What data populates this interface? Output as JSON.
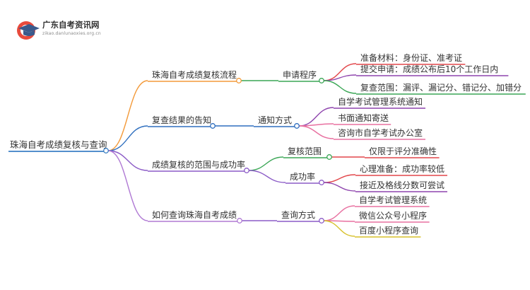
{
  "logo": {
    "title": "广东自考资讯网",
    "subtitle": "zikao.danlunaoxies.org.cn"
  },
  "colors": {
    "root": "#3b7fc4",
    "branch1": "#f39a3a",
    "branch2": "#2f6fbf",
    "branch3": "#8c5cc7",
    "branch4": "#b07ad4",
    "red": "#e2464a",
    "purple": "#8e44ad",
    "green": "#3aa655",
    "pink": "#e870a0",
    "yellow": "#d7c12a"
  },
  "mindmap": {
    "root": "珠海自考成绩复核与查询",
    "branches": [
      {
        "label": "珠海自考成绩复核流程",
        "children": [
          {
            "label": "申请程序",
            "leaves": [
              "准备材料：身份证、准考证",
              "提交申请：成绩公布后10个工作日内",
              "复查范围：漏评、漏记分、错记分、加错分"
            ]
          }
        ]
      },
      {
        "label": "复查结果的告知",
        "children": [
          {
            "label": "通知方式",
            "leaves": [
              "自学考试管理系统通知",
              "书面通知寄送",
              "咨询市自学考试办公室"
            ]
          }
        ]
      },
      {
        "label": "成绩复核的范围与成功率",
        "children": [
          {
            "label": "复核范围",
            "leaves": [
              "仅限于评分准确性"
            ]
          },
          {
            "label": "成功率",
            "leaves": [
              "心理准备：成功率较低",
              "接近及格线分数可尝试"
            ]
          }
        ]
      },
      {
        "label": "如何查询珠海自考成绩",
        "children": [
          {
            "label": "查询方式",
            "leaves": [
              "自学考试管理系统",
              "微信公众号小程序",
              "百度小程序查询"
            ]
          }
        ]
      }
    ]
  }
}
